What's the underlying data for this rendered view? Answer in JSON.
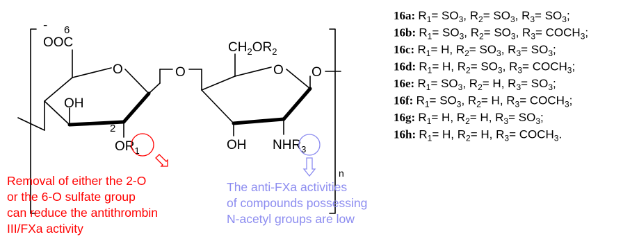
{
  "structure": {
    "carboxylate_label": "OOC",
    "charge_label": "-",
    "position_6_label": "6",
    "position_2_label": "2",
    "ring1_oxygen_label": "O",
    "bridge_oxygen_label": "O",
    "ring2_oxygen_label": "O",
    "terminal_oxygen_label": "O",
    "ring1_hydroxyl_label": "OH",
    "ring2_hydroxyl_label": "OH",
    "or1_main": "OR",
    "or1_sub": "1",
    "ch2or2_a": "CH",
    "ch2or2_sub2": "2",
    "ch2or2_b": "OR",
    "ch2or2_subR": "2",
    "nhr3_main": "NHR",
    "nhr3_sub": "3",
    "repeat_label": "n"
  },
  "annotations": {
    "red_color": "#ff0000",
    "blue_color": "#8c8cf0",
    "red_lines": [
      "Removal of either the 2-O",
      "or the 6-O sulfate group",
      "can reduce the antithrombin",
      "III/FXa activity"
    ],
    "blue_lines": [
      "The anti-FXa activities",
      "of compounds possessing",
      "N-acetyl groups are low"
    ]
  },
  "compounds": [
    {
      "id": "16a:",
      "r1": "SO",
      "r1s": "3",
      "r2": "SO",
      "r2s": "3",
      "r3": "SO",
      "r3s": "3",
      "end": ";"
    },
    {
      "id": "16b:",
      "r1": "SO",
      "r1s": "3",
      "r2": "SO",
      "r2s": "3",
      "r3": "COCH",
      "r3s": "3",
      "end": ";"
    },
    {
      "id": "16c:",
      "r1": "H",
      "r1s": "",
      "r2": "SO",
      "r2s": "3",
      "r3": "SO",
      "r3s": "3",
      "end": ";"
    },
    {
      "id": "16d:",
      "r1": "H",
      "r1s": "",
      "r2": "SO",
      "r2s": "3",
      "r3": "COCH",
      "r3s": "3",
      "end": ";"
    },
    {
      "id": "16e:",
      "r1": "SO",
      "r1s": "3",
      "r2": "H",
      "r2s": "",
      "r3": "SO",
      "r3s": "3",
      "end": ";"
    },
    {
      "id": "16f:",
      "r1": "SO",
      "r1s": "3",
      "r2": "H",
      "r2s": "",
      "r3": "COCH",
      "r3s": "3",
      "end": ";"
    },
    {
      "id": "16g:",
      "r1": "H",
      "r1s": "",
      "r2": "H",
      "r2s": "",
      "r3": "SO",
      "r3s": "3",
      "end": ";"
    },
    {
      "id": "16h:",
      "r1": "H",
      "r1s": "",
      "r2": "H",
      "r2s": "",
      "r3": "COCH",
      "r3s": "3",
      "end": "."
    }
  ],
  "r_symbols": {
    "r": "R",
    "s1": "1",
    "s2": "2",
    "s3": "3",
    "eq": "= "
  }
}
